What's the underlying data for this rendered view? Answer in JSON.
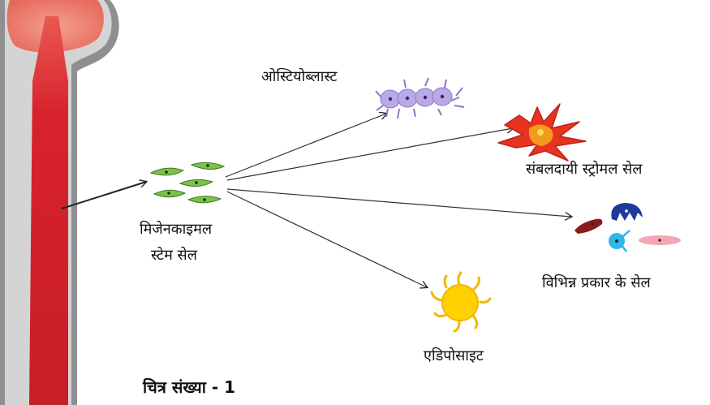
{
  "labels": {
    "osteoblast": "ओस्टियोब्लास्ट",
    "stromal": "संबलदायी स्ट्रोमल सेल",
    "mesenchymal_line1": "मिजेनकाइमल",
    "mesenchymal_line2": "स्टेम सेल",
    "various": "विभिन्न प्रकार के सेल",
    "adipocyte": "एडिपोसाइट",
    "caption": "चित्र संख्या - 1"
  },
  "colors": {
    "bone_outer": "#8f8f8f",
    "bone_inner": "#d6d6d6",
    "marrow_red": "#d8222d",
    "bone_head_pink": "#f08070",
    "stem_cell_green": "#7cc24a",
    "osteoblast_purple": "#b9a9e6",
    "stromal_red": "#e8331f",
    "stromal_orange": "#f39a1e",
    "adipocyte_yellow": "#ffd100",
    "various_blue": "#1f3a9c",
    "various_cyan": "#2fb7e6",
    "various_pink": "#f3a7b6",
    "various_maroon": "#8a1b1b"
  }
}
